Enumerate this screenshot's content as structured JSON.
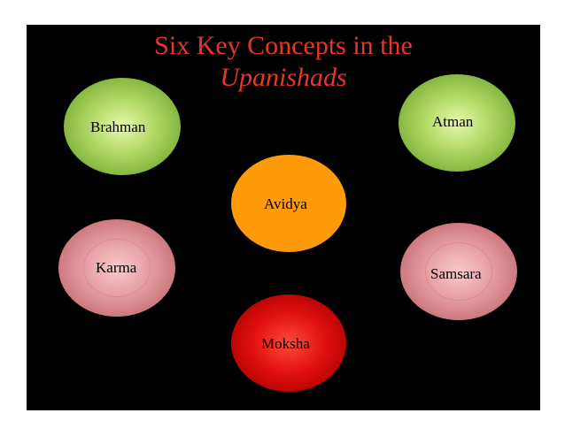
{
  "title": {
    "line1": "Six Key Concepts in the",
    "line2": "Upanishads"
  },
  "concepts": [
    {
      "name": "Brahman",
      "color": "#9ccc52"
    },
    {
      "name": "Atman",
      "color": "#9ccc52"
    },
    {
      "name": "Avidya",
      "color": "#ff9a0a"
    },
    {
      "name": "Karma",
      "color": "#e09a9e"
    },
    {
      "name": "Samsara",
      "color": "#e09a9e"
    },
    {
      "name": "Moksha",
      "color": "#e01010"
    }
  ],
  "colors": {
    "background": "#000000",
    "title": "#e8362a"
  }
}
